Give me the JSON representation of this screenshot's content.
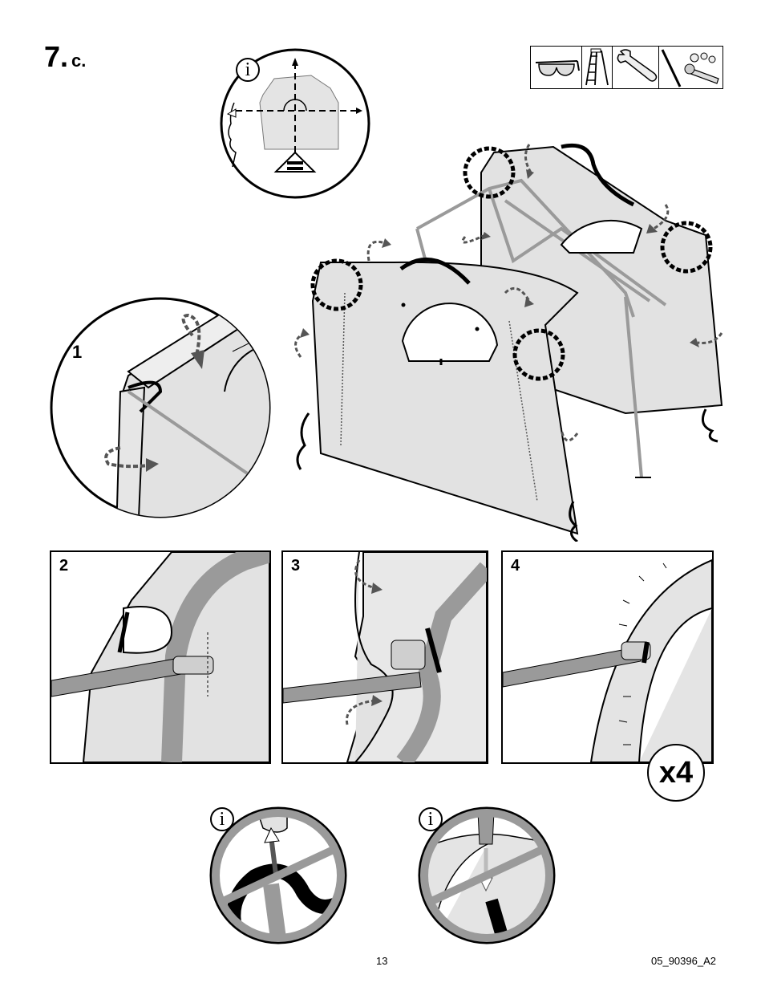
{
  "step": {
    "number": "7.",
    "sub": "c."
  },
  "tools": [
    "safety-glasses-icon",
    "step-ladder-icon",
    "adjustable-wrench-icon",
    "socket-wrench-icon"
  ],
  "panels": [
    {
      "label": "1"
    },
    {
      "label": "2"
    },
    {
      "label": "3"
    },
    {
      "label": "4"
    }
  ],
  "repeat_badge": "x4",
  "info_symbol": "i",
  "footer": {
    "page_number": "13",
    "doc_code": "05_90396_A2"
  },
  "colors": {
    "fabric": "#e2e2e2",
    "frame": "#9a9a9a",
    "outline": "#000000",
    "arrow": "#555555"
  }
}
